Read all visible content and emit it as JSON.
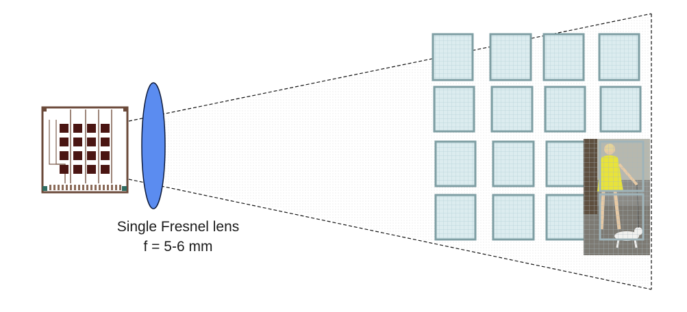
{
  "lens": {
    "label_line1": "Single Fresnel lens",
    "label_line2": "f = 5-6 mm",
    "color": "#5b8cf0"
  },
  "sensor_array": {
    "rows": 4,
    "cols": 4,
    "pixel_color": "#4a1512",
    "frame_color": "#6b4a3a"
  },
  "projected_grid": {
    "rows": 4,
    "cols": 4,
    "cell_fill": "#dcecef",
    "cell_border": "#7e9ea3",
    "mesh_color": "#b5d2d8"
  },
  "scene": {
    "description_icon": "pedestrian-with-dog-photo-icon",
    "dress_color": "#e8e33a"
  },
  "icons": {
    "sensor": "sensor-chip-icon",
    "lens": "lens-icon",
    "frustum": "field-of-view-icon"
  }
}
